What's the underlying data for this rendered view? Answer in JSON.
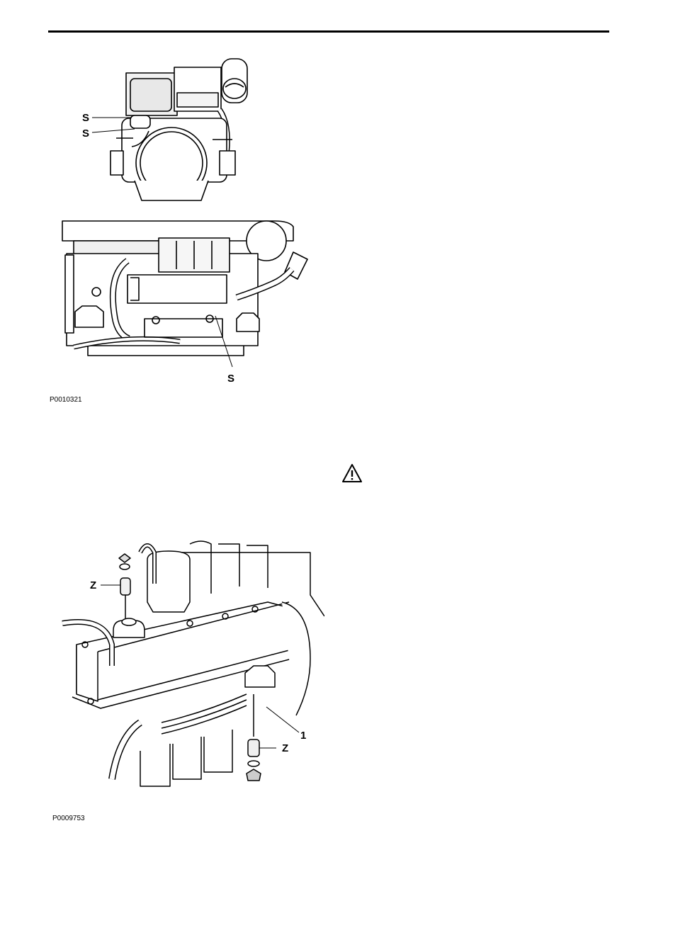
{
  "figure1": {
    "id": "P0010321",
    "callouts": [
      "S",
      "S",
      "S"
    ]
  },
  "figure2": {
    "id": "P0009753",
    "callouts": [
      "Z",
      "Z",
      "1"
    ]
  },
  "icons": {
    "warning": "warning-triangle-icon"
  }
}
